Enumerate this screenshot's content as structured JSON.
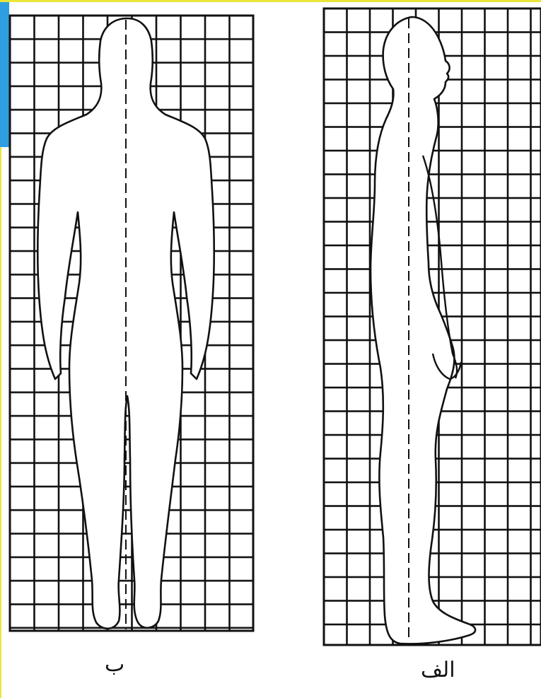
{
  "figure": {
    "panels": [
      {
        "id": "back-view",
        "caption": "ب"
      },
      {
        "id": "side-view",
        "caption": "الف"
      }
    ]
  },
  "colors": {
    "frame_border": "#e9e53a",
    "accent_bar": "#2f9ee0",
    "ink": "#111111"
  }
}
